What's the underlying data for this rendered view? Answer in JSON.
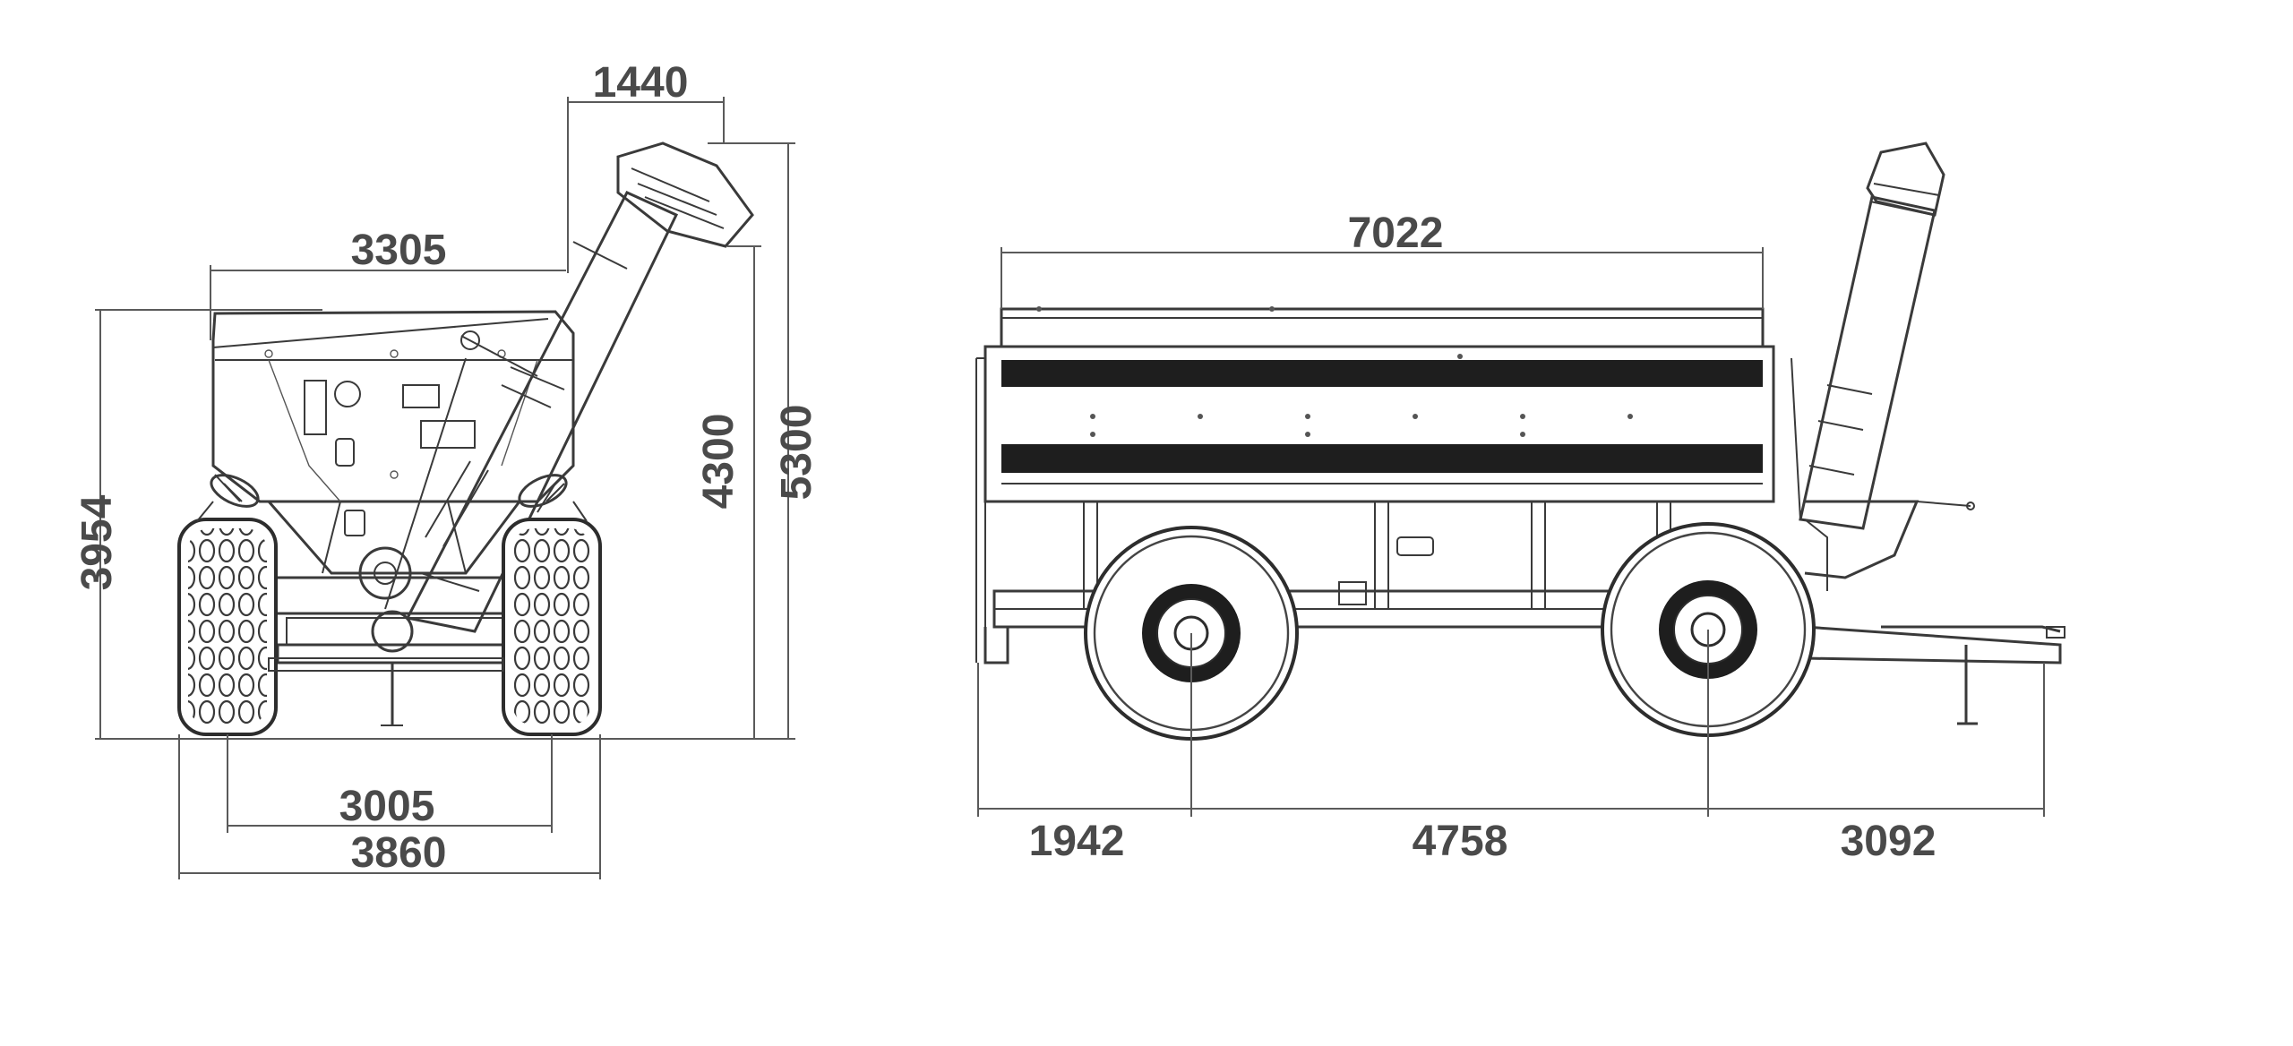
{
  "front_view": {
    "top_width": "3305",
    "auger_offset": "1440",
    "bin_height": "3954",
    "auger_height": "4300",
    "overall_height": "5300",
    "track_width": "3005",
    "overall_width": "3860"
  },
  "side_view": {
    "body_length": "7022",
    "rear_overhang": "1942",
    "wheelbase": "4758",
    "front_overhang": "3092"
  },
  "colors": {
    "line": "#3a3a3a",
    "dimension_text": "#4a4a4a"
  }
}
